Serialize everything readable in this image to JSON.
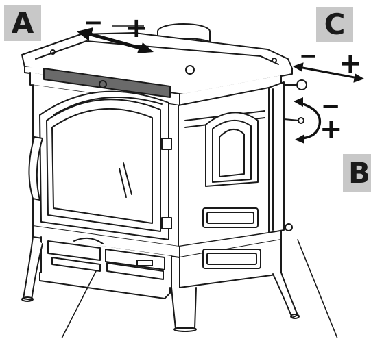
{
  "labels": {
    "a": "A",
    "b": "B",
    "c": "C"
  },
  "signs": {
    "a_minus": "−",
    "a_plus": "+",
    "c_minus": "−",
    "c_plus": "+",
    "b_minus": "−",
    "b_plus": "+"
  },
  "colors": {
    "line": "#1a1a1a",
    "label_bg": "#c8c8c8",
    "stove_fill": "#ffffff",
    "panel_dark": "#5a5a5a"
  }
}
